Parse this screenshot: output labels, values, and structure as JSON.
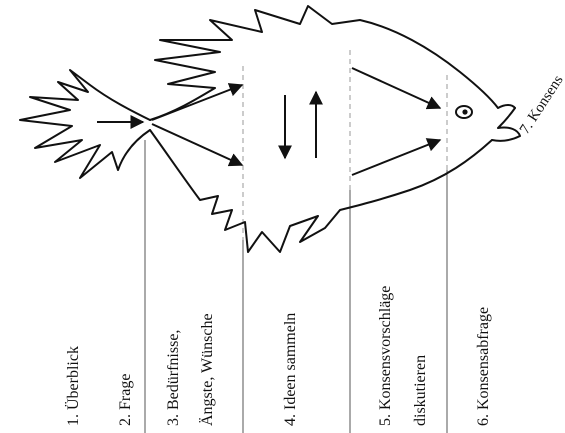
{
  "stages": [
    {
      "num": "1.",
      "lines": [
        "Überblick"
      ]
    },
    {
      "num": "2.",
      "lines": [
        "Frage"
      ]
    },
    {
      "num": "3.",
      "lines": [
        "Bedürfnisse,",
        "Ängste, Wünsche"
      ]
    },
    {
      "num": "4.",
      "lines": [
        "Ideen sammeln"
      ]
    },
    {
      "num": "5.",
      "lines": [
        "Konsensvorschläge",
        "diskutieren"
      ]
    },
    {
      "num": "6.",
      "lines": [
        "Konsensabfrage"
      ]
    }
  ],
  "consensus_label": "7. Konsens"
}
